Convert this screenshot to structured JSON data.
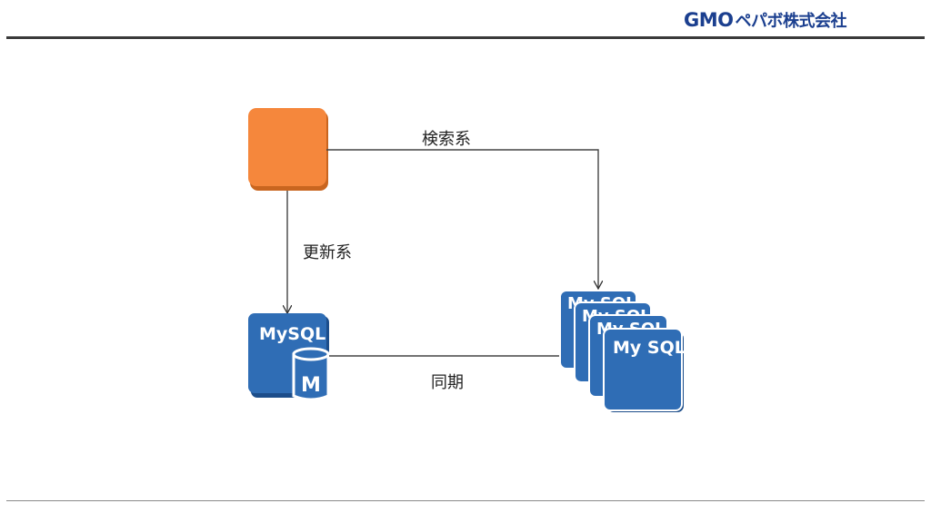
{
  "header": {
    "logo_brand": "GMO",
    "logo_company": "ペパボ株式会社",
    "brand_color": "#1b3f8f"
  },
  "diagram": {
    "app_node": {
      "color": "#f5873c",
      "icon": "application-box-icon"
    },
    "edges": {
      "search_label": "検索系",
      "update_label": "更新系",
      "sync_label": "同期"
    },
    "master": {
      "title": "MySQL",
      "badge": "M",
      "color": "#2f6db5"
    },
    "replicas": {
      "title": "My SQL",
      "count": 4,
      "color": "#2f6db5"
    }
  }
}
